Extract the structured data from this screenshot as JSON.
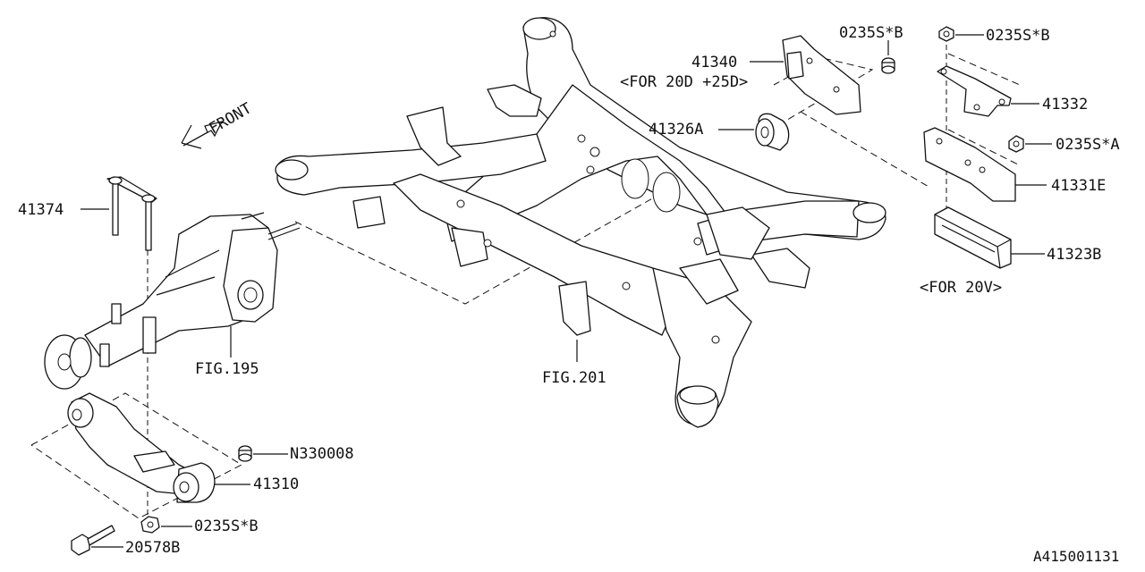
{
  "diagram": {
    "direction_label": "FRONT",
    "figure_code": "A415001131",
    "labels": {
      "p41374": "41374",
      "fig195": "FIG.195",
      "fig201": "FIG.201",
      "n330008": "N330008",
      "p41310": "41310",
      "bolt_nut_bottom": "0235S*B",
      "p20578b": "20578B",
      "p41340": "41340",
      "for_20d_25d": "<FOR 20D +25D>",
      "nut_top_left": "0235S*B",
      "nut_top_right": "0235S*B",
      "p41326a": "41326A",
      "p41332": "41332",
      "nut_a": "0235S*A",
      "p41331e": "41331E",
      "p41323b": "41323B",
      "for_20v": "<FOR 20V>"
    }
  }
}
